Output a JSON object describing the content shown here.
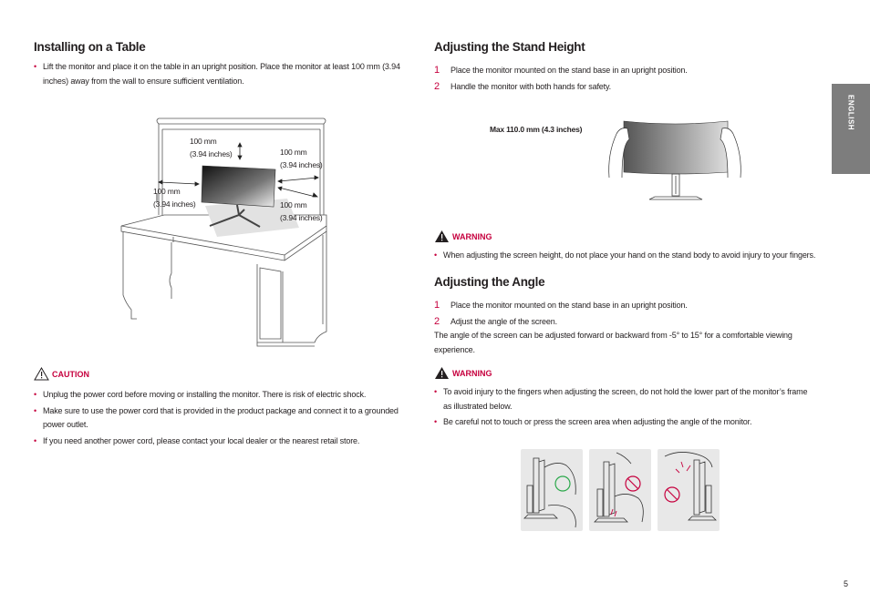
{
  "left": {
    "title": "Installing on a Table",
    "intro_bullet": "Lift the monitor and place it on the table in an upright position. Place the monitor at least 100 mm (3.94 inches) away from the wall to ensure sufficient ventilation.",
    "figure_labels": {
      "top_a": "100 mm",
      "top_b": "(3.94 inches)",
      "right_upper_a": "100 mm",
      "right_upper_b": "(3.94 inches)",
      "left_a": "100 mm",
      "left_b": "(3.94 inches)",
      "right_lower_a": "100 mm",
      "right_lower_b": "(3.94 inches)"
    },
    "caution_label": "CAUTION",
    "caution_items": [
      "Unplug the power cord before moving or installing the monitor. There is risk of electric shock.",
      "Make sure to use the power cord that is provided in the product package and connect it to a grounded power outlet.",
      "If you need another power cord, please contact your local dealer or the nearest retail store."
    ]
  },
  "right": {
    "height_title": "Adjusting the Stand Height",
    "height_steps": [
      {
        "num": "1",
        "text": "Place the monitor mounted on the stand base in an upright position."
      },
      {
        "num": "2",
        "text": "Handle the monitor with both hands for safety."
      }
    ],
    "max_height_label": "Max 110.0 mm (4.3 inches)",
    "warning_label": "WARNING",
    "height_warning": "When adjusting the screen height, do not place your hand on the stand body to avoid injury to your fingers.",
    "angle_title": "Adjusting the Angle",
    "angle_steps": [
      {
        "num": "1",
        "text": "Place the monitor mounted on the stand base in an upright position."
      },
      {
        "num": "2",
        "text": "Adjust the angle of the screen."
      }
    ],
    "angle_note": "The angle of the screen can be adjusted forward or backward from -5° to 15° for a comfortable viewing experience.",
    "angle_warnings": [
      "To avoid injury to the fingers when adjusting the screen, do not hold the lower part of the monitor’s frame as illustrated below.",
      "Be careful not to touch or press the screen area when adjusting the angle of the monitor."
    ]
  },
  "side_tab": "ENGLISH",
  "page_number": "5",
  "colors": {
    "accent": "#c6003e",
    "tab": "#7d7d7d",
    "text": "#231f20"
  }
}
